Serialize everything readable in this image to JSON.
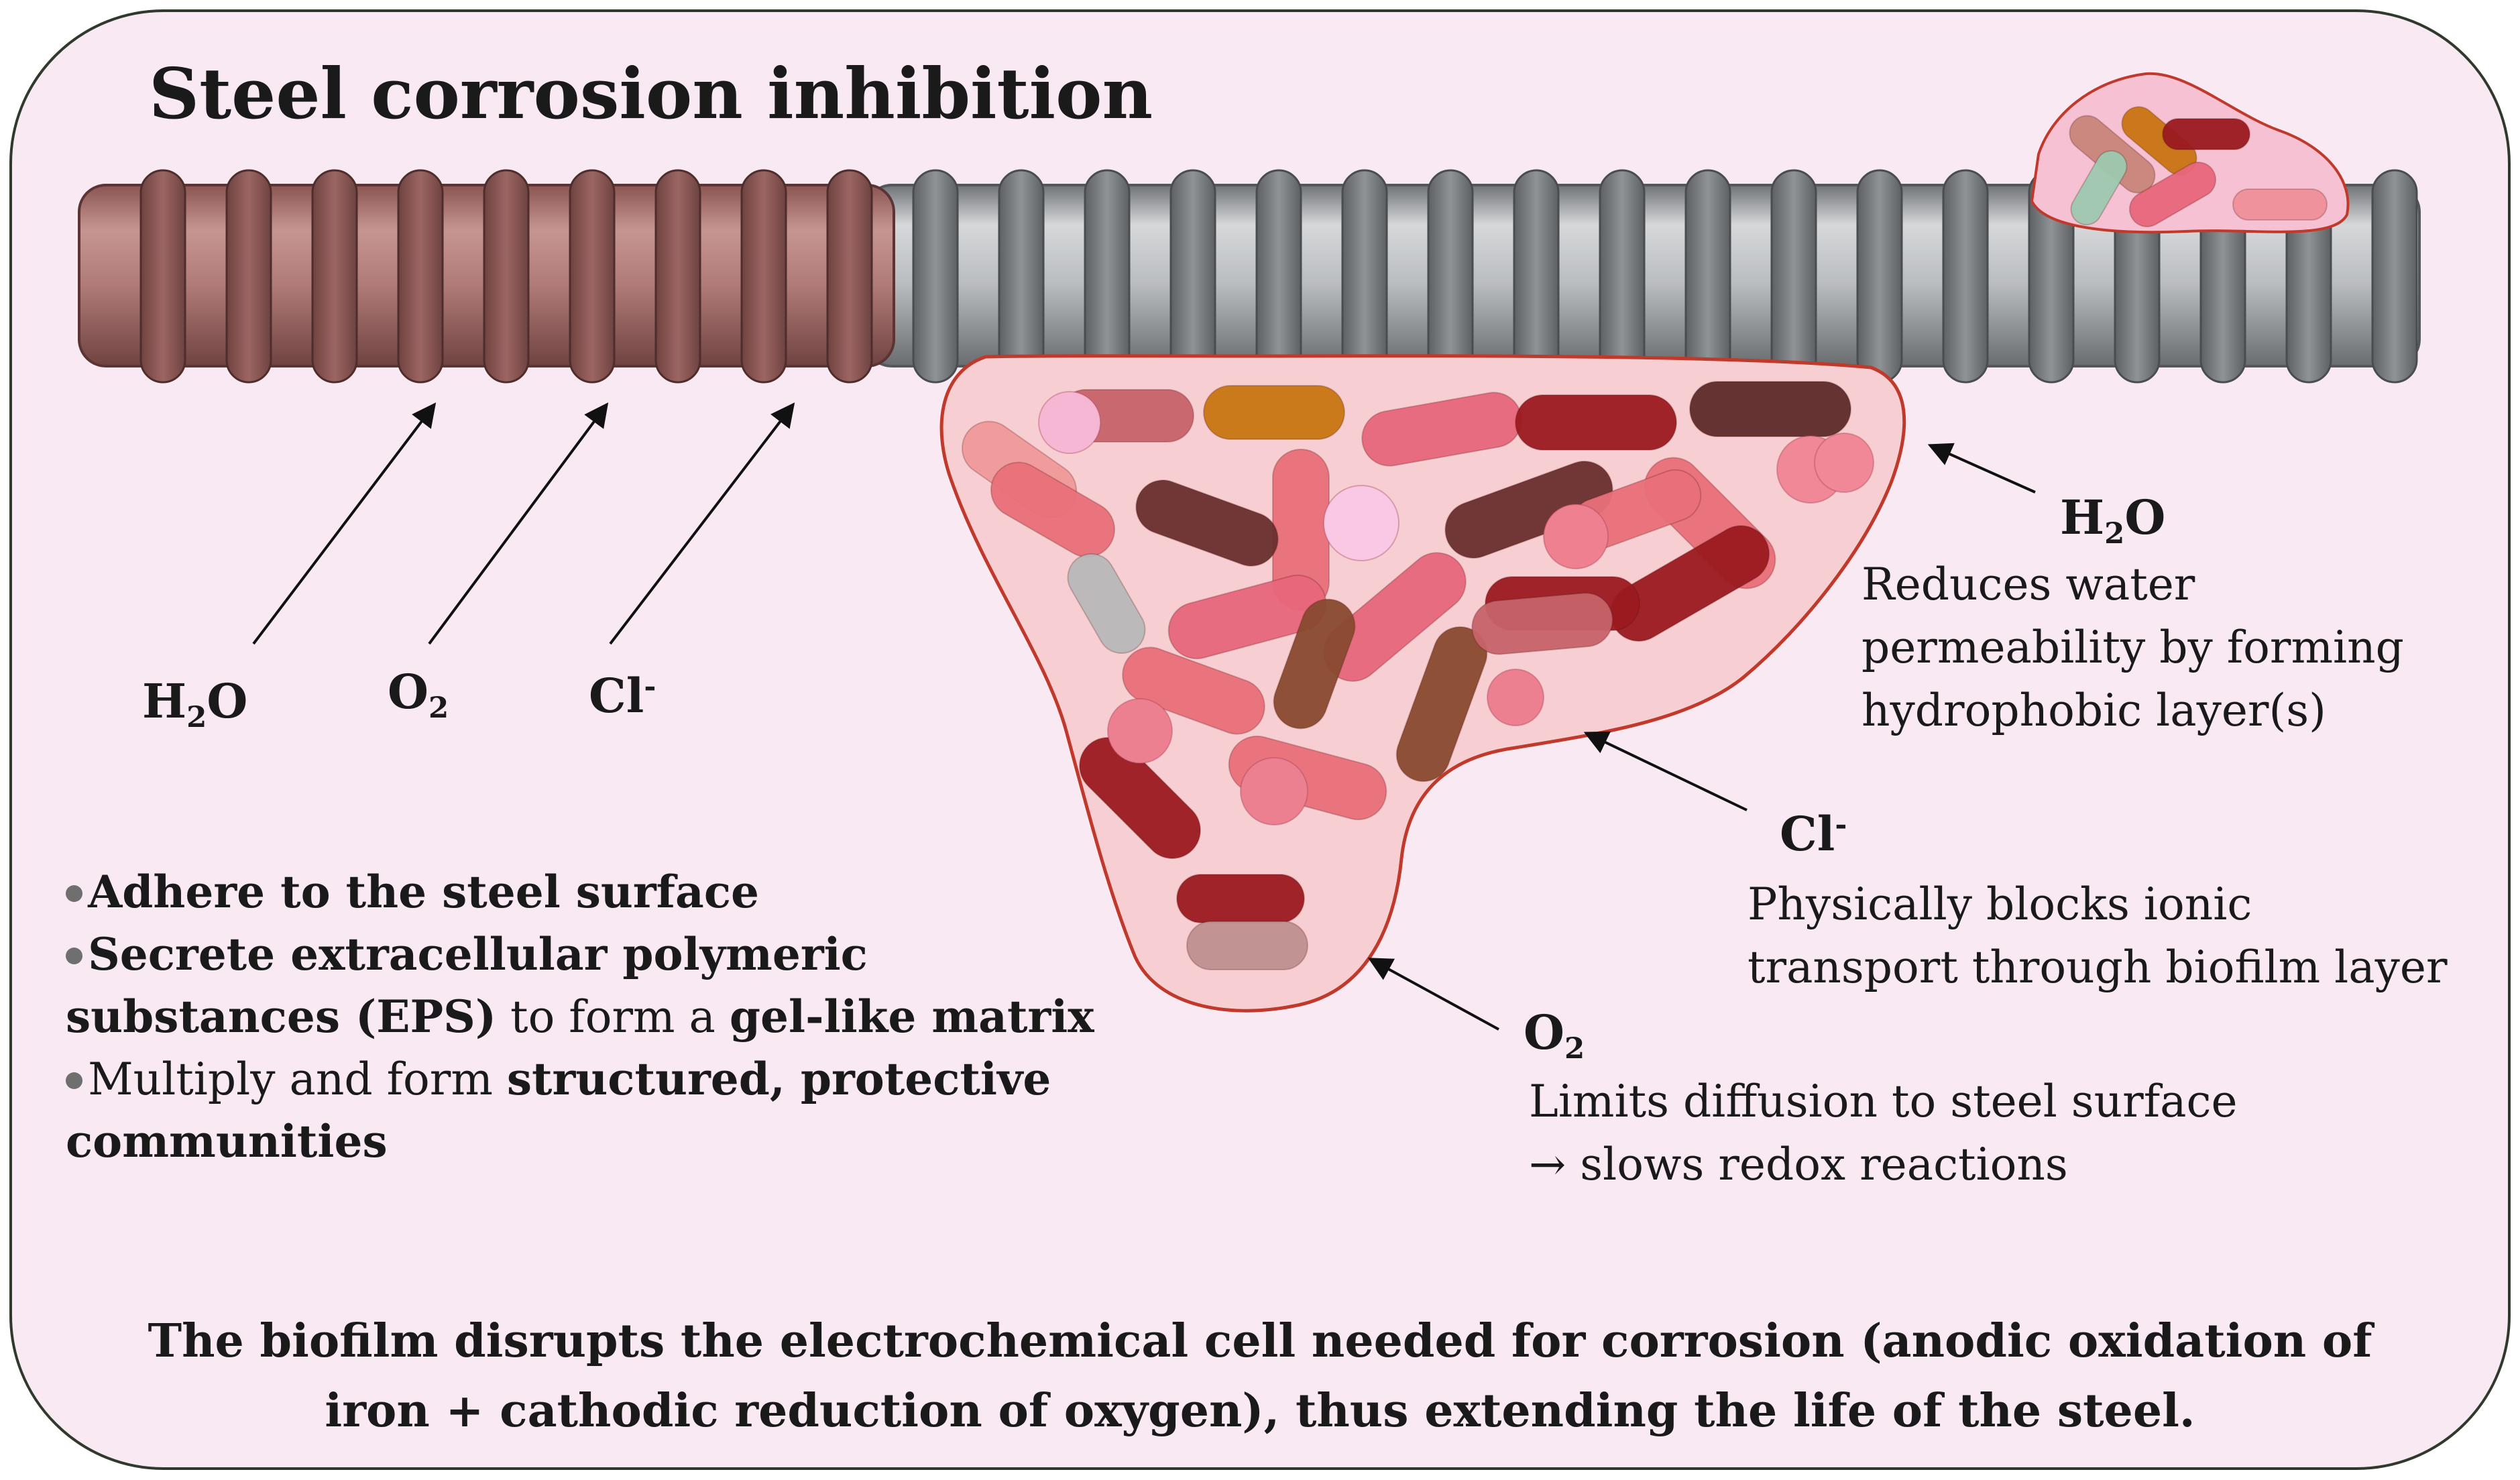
{
  "title": "Steel corrosion inhibition",
  "incoming_species": [
    {
      "base": "H",
      "sub": "2",
      "rest": "O",
      "sup": ""
    },
    {
      "base": "O",
      "sub": "2",
      "rest": "",
      "sup": ""
    },
    {
      "base": "Cl",
      "sub": "",
      "rest": "",
      "sup": "-"
    }
  ],
  "callouts": {
    "water": {
      "species": {
        "base": "H",
        "sub": "2",
        "rest": "O",
        "sup": ""
      },
      "lines": [
        "Reduces water",
        "permeability by forming",
        "hydrophobic layer(s)"
      ]
    },
    "chloride": {
      "species": {
        "base": "Cl",
        "sub": "",
        "rest": "",
        "sup": "-"
      },
      "lines": [
        "Physically blocks ionic",
        "transport through biofilm layer"
      ]
    },
    "oxygen": {
      "species": {
        "base": "O",
        "sub": "2",
        "rest": "",
        "sup": ""
      },
      "lines": [
        "Limits diffusion to steel surface",
        "→ slows redox reactions"
      ]
    }
  },
  "bullets": [
    [
      {
        "text": "Adhere to the steel surface",
        "bold": true
      }
    ],
    [
      {
        "text": "Secrete extracellular polymeric",
        "bold": true
      }
    ],
    [
      {
        "text": "substances (EPS)",
        "bold": true
      },
      {
        "text": " to form a ",
        "bold": false
      },
      {
        "text": "gel-like matrix",
        "bold": true
      }
    ],
    [
      {
        "text": "Multiply and form ",
        "bold": false
      },
      {
        "text": "structured, protective",
        "bold": true
      }
    ],
    [
      {
        "text": "communities",
        "bold": true
      }
    ]
  ],
  "bullet_starts": [
    0,
    1,
    3
  ],
  "footer": {
    "lines": [
      "The biofilm disrupts the electrochemical cell needed for corrosion (anodic oxidation of",
      "iron + cathodic reduction of oxygen), thus extending the life of the steel."
    ]
  },
  "colors": {
    "background": "#f8e9f3",
    "frame_border": "#2f3a2c",
    "corroded_rebar": "#a86f6c",
    "steel_rebar": "#a9adb0",
    "biofilm_matrix": "#f7cfd2",
    "biofilm_outline": "#c0392b"
  },
  "icons": {
    "rebar": "corrugated-steel-rebar",
    "bacteria": "rod-shaped-bacteria",
    "arrows": "thin-arrow"
  }
}
